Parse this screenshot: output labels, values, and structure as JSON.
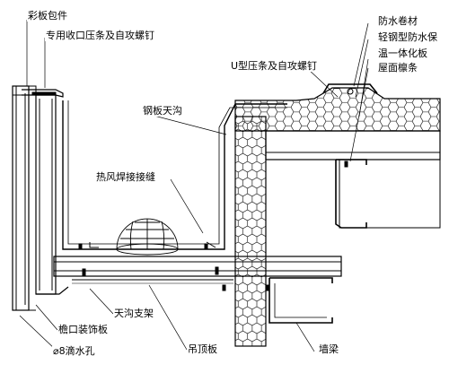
{
  "labels": {
    "color_panel_flashing": "彩板包件",
    "special_trim_screw": "专用收口压条及自攻螺钉",
    "steel_gutter": "钢板天沟",
    "hot_air_weld_seam": "热风焊接接缝",
    "gutter_support": "天沟支架",
    "eave_trim_panel": "檐口装饰板",
    "drip_hole": "⌀8滴水孔",
    "ceiling_panel": "吊顶板",
    "u_trim_screw": "U型压条及自攻螺钉",
    "waterproof_membrane": "防水卷材",
    "light_steel_insulation_1": "轻钢型防水保",
    "light_steel_insulation_2": "温一体化板",
    "roof_purlin": "屋面檩条",
    "wall_beam": "墙梁"
  },
  "colors": {
    "line": "#000000",
    "background": "#ffffff"
  }
}
